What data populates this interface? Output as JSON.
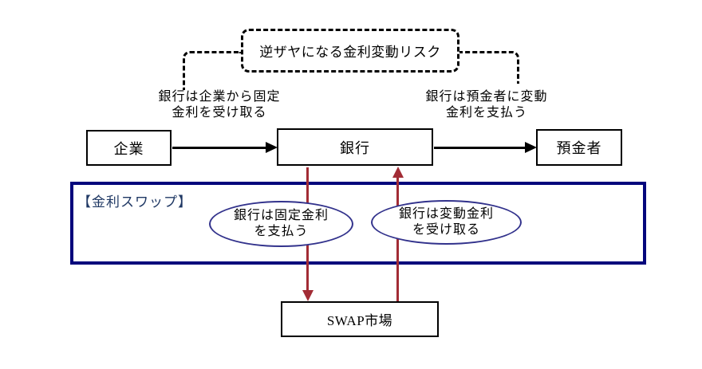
{
  "risk_box": {
    "label": "逆ザヤになる金利変動リスク"
  },
  "notes": {
    "left": "銀行は企業から固定\n金利を受け取る",
    "right": "銀行は預金者に変動\n金利を支払う"
  },
  "nodes": {
    "company": "企業",
    "bank": "銀行",
    "depositor": "預金者",
    "swap_market": "SWAP市場"
  },
  "swap_section": {
    "title": "【金利スワップ】",
    "pay_fixed": "銀行は固定金利\nを支払う",
    "receive_floating": "銀行は変動金利\nを受け取る"
  },
  "colors": {
    "navy_border": "#04067C",
    "swap_title_navy": "#1F3864",
    "ellipse_border": "#32328C",
    "dark_red_arrow": "#A22C35",
    "black": "#000000",
    "background": "#FFFFFF"
  }
}
